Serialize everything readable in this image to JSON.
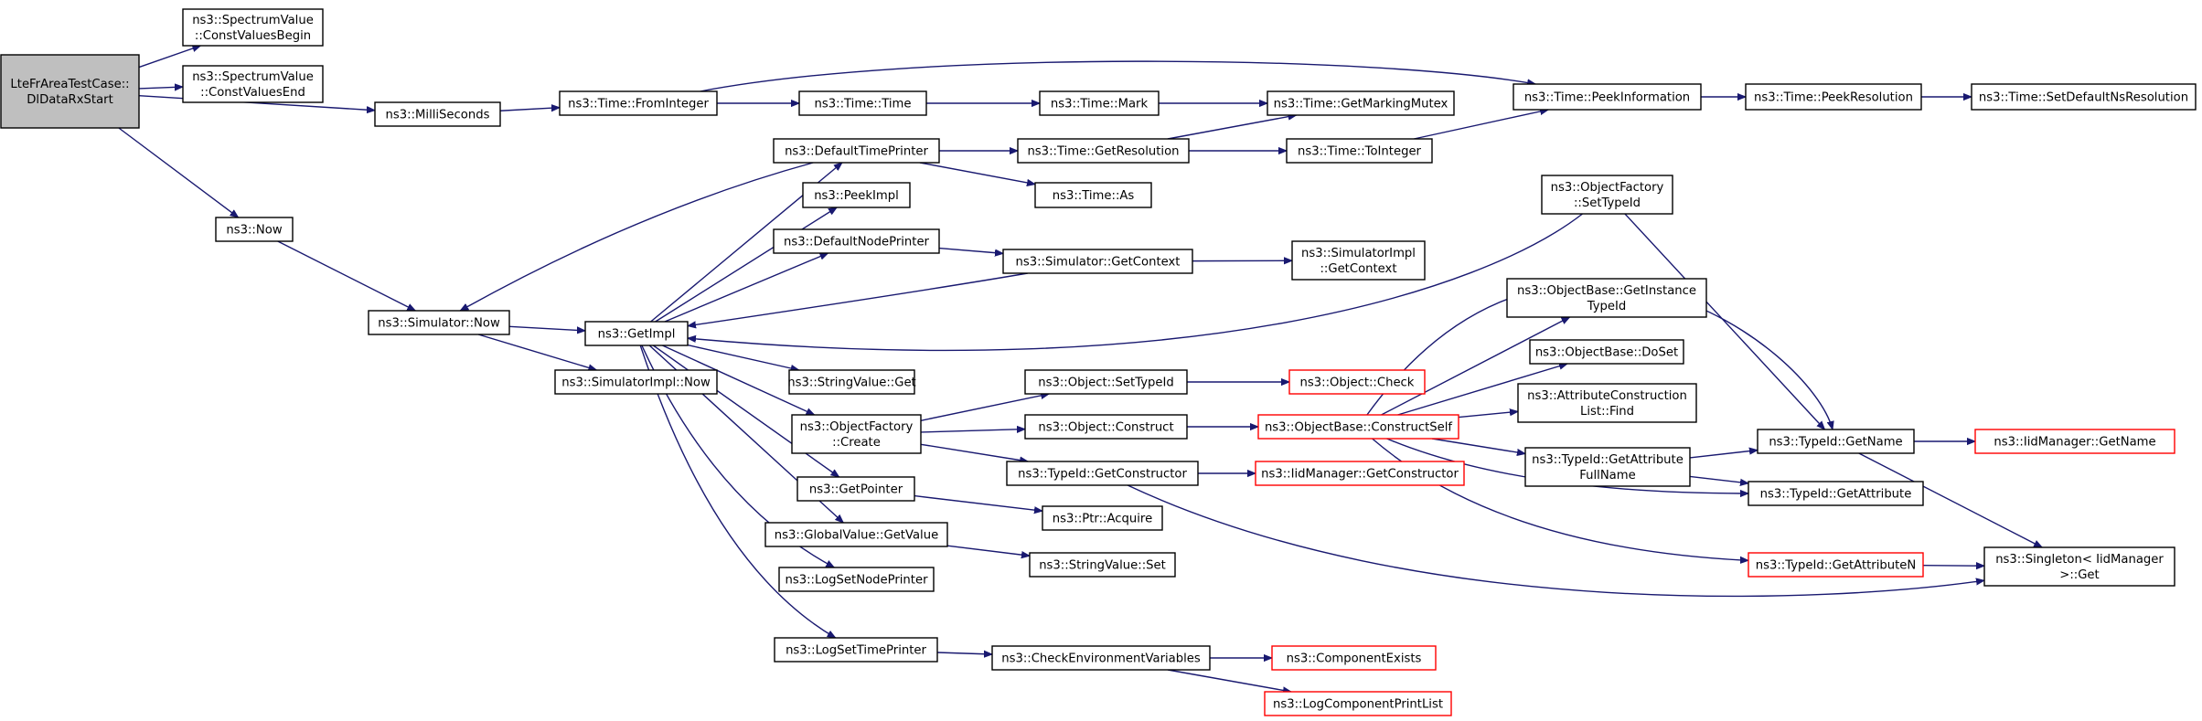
{
  "colors": {
    "edge": "#191970",
    "node_border": "#000000",
    "root_fill": "#bfbfbf",
    "missing_border": "#ff0000"
  },
  "nodes": [
    {
      "id": "root",
      "lines": [
        "LteFrAreaTestCase::",
        "DlDataRxStart"
      ],
      "style": "root"
    },
    {
      "id": "cvb",
      "lines": [
        "ns3::SpectrumValue",
        "::ConstValuesBegin"
      ]
    },
    {
      "id": "cve",
      "lines": [
        "ns3::SpectrumValue",
        "::ConstValuesEnd"
      ]
    },
    {
      "id": "ms",
      "lines": [
        "ns3::MilliSeconds"
      ]
    },
    {
      "id": "now",
      "lines": [
        "ns3::Now"
      ]
    },
    {
      "id": "simnow",
      "lines": [
        "ns3::Simulator::Now"
      ]
    },
    {
      "id": "fromint",
      "lines": [
        "ns3::Time::FromInteger"
      ]
    },
    {
      "id": "ttime",
      "lines": [
        "ns3::Time::Time"
      ]
    },
    {
      "id": "tmark",
      "lines": [
        "ns3::Time::Mark"
      ]
    },
    {
      "id": "getmm",
      "lines": [
        "ns3::Time::GetMarkingMutex"
      ]
    },
    {
      "id": "peekinfo",
      "lines": [
        "ns3::Time::PeekInformation"
      ]
    },
    {
      "id": "peekres",
      "lines": [
        "ns3::Time::PeekResolution"
      ]
    },
    {
      "id": "setdef",
      "lines": [
        "ns3::Time::SetDefaultNsResolution"
      ]
    },
    {
      "id": "deftp",
      "lines": [
        "ns3::DefaultTimePrinter"
      ]
    },
    {
      "id": "getres",
      "lines": [
        "ns3::Time::GetResolution"
      ]
    },
    {
      "id": "toint",
      "lines": [
        "ns3::Time::ToInteger"
      ]
    },
    {
      "id": "tas",
      "lines": [
        "ns3::Time::As"
      ]
    },
    {
      "id": "peekimpl",
      "lines": [
        "ns3::PeekImpl"
      ]
    },
    {
      "id": "defnp",
      "lines": [
        "ns3::DefaultNodePrinter"
      ]
    },
    {
      "id": "simgc",
      "lines": [
        "ns3::Simulator::GetContext"
      ]
    },
    {
      "id": "simimplgc",
      "lines": [
        "ns3::SimulatorImpl",
        "::GetContext"
      ]
    },
    {
      "id": "getimpl",
      "lines": [
        "ns3::GetImpl"
      ]
    },
    {
      "id": "simimplnow",
      "lines": [
        "ns3::SimulatorImpl::Now"
      ]
    },
    {
      "id": "svget",
      "lines": [
        "ns3::StringValue::Get"
      ]
    },
    {
      "id": "ofcreate",
      "lines": [
        "ns3::ObjectFactory",
        "::Create"
      ]
    },
    {
      "id": "objsettid",
      "lines": [
        "ns3::Object::SetTypeId"
      ]
    },
    {
      "id": "objcheck",
      "lines": [
        "ns3::Object::Check"
      ],
      "style": "red"
    },
    {
      "id": "objconstruct",
      "lines": [
        "ns3::Object::Construct"
      ]
    },
    {
      "id": "obconstructself",
      "lines": [
        "ns3::ObjectBase::ConstructSelf"
      ],
      "style": "red"
    },
    {
      "id": "tidgetctor",
      "lines": [
        "ns3::TypeId::GetConstructor"
      ]
    },
    {
      "id": "iidgetctor",
      "lines": [
        "ns3::IidManager::GetConstructor"
      ],
      "style": "red"
    },
    {
      "id": "getptr",
      "lines": [
        "ns3::GetPointer"
      ]
    },
    {
      "id": "ptracq",
      "lines": [
        "ns3::Ptr::Acquire"
      ]
    },
    {
      "id": "gvget",
      "lines": [
        "ns3::GlobalValue::GetValue"
      ]
    },
    {
      "id": "svset",
      "lines": [
        "ns3::StringValue::Set"
      ]
    },
    {
      "id": "lsnp",
      "lines": [
        "ns3::LogSetNodePrinter"
      ]
    },
    {
      "id": "lstp",
      "lines": [
        "ns3::LogSetTimePrinter"
      ]
    },
    {
      "id": "checkenv",
      "lines": [
        "ns3::CheckEnvironmentVariables"
      ]
    },
    {
      "id": "compexists",
      "lines": [
        "ns3::ComponentExists"
      ],
      "style": "red"
    },
    {
      "id": "logcpl",
      "lines": [
        "ns3::LogComponentPrintList"
      ],
      "style": "red"
    },
    {
      "id": "ofsettid",
      "lines": [
        "ns3::ObjectFactory",
        "::SetTypeId"
      ]
    },
    {
      "id": "obgetinst",
      "lines": [
        "ns3::ObjectBase::GetInstance",
        "TypeId"
      ]
    },
    {
      "id": "obdoset",
      "lines": [
        "ns3::ObjectBase::DoSet"
      ]
    },
    {
      "id": "acfind",
      "lines": [
        "ns3::AttributeConstruction",
        "List::Find"
      ]
    },
    {
      "id": "tidgafn",
      "lines": [
        "ns3::TypeId::GetAttribute",
        "FullName"
      ]
    },
    {
      "id": "tidgetname",
      "lines": [
        "ns3::TypeId::GetName"
      ]
    },
    {
      "id": "iidgetname",
      "lines": [
        "ns3::IidManager::GetName"
      ],
      "style": "red"
    },
    {
      "id": "tidgetattr",
      "lines": [
        "ns3::TypeId::GetAttribute"
      ]
    },
    {
      "id": "tidgetattrn",
      "lines": [
        "ns3::TypeId::GetAttributeN"
      ],
      "style": "red"
    },
    {
      "id": "singleton",
      "lines": [
        "ns3::Singleton< IidManager",
        " >::Get"
      ]
    }
  ],
  "edges": [
    [
      "root",
      "cvb"
    ],
    [
      "root",
      "cve"
    ],
    [
      "root",
      "ms"
    ],
    [
      "root",
      "now"
    ],
    [
      "ms",
      "fromint"
    ],
    [
      "fromint",
      "ttime"
    ],
    [
      "fromint",
      "peekinfo"
    ],
    [
      "ttime",
      "tmark"
    ],
    [
      "tmark",
      "getmm"
    ],
    [
      "peekinfo",
      "peekres"
    ],
    [
      "peekres",
      "setdef"
    ],
    [
      "now",
      "simnow"
    ],
    [
      "simnow",
      "getimpl"
    ],
    [
      "simnow",
      "simimplnow"
    ],
    [
      "getimpl",
      "deftp"
    ],
    [
      "deftp",
      "simnow"
    ],
    [
      "deftp",
      "getres"
    ],
    [
      "deftp",
      "tas"
    ],
    [
      "getres",
      "getmm"
    ],
    [
      "getres",
      "toint"
    ],
    [
      "toint",
      "peekinfo"
    ],
    [
      "getimpl",
      "peekimpl"
    ],
    [
      "getimpl",
      "defnp"
    ],
    [
      "defnp",
      "simgc"
    ],
    [
      "simgc",
      "simimplgc"
    ],
    [
      "simgc",
      "getimpl"
    ],
    [
      "ofsettid",
      "getimpl"
    ],
    [
      "getimpl",
      "svget"
    ],
    [
      "getimpl",
      "ofcreate"
    ],
    [
      "ofcreate",
      "objsettid"
    ],
    [
      "objsettid",
      "objcheck"
    ],
    [
      "ofcreate",
      "objconstruct"
    ],
    [
      "objconstruct",
      "obconstructself"
    ],
    [
      "ofcreate",
      "tidgetctor"
    ],
    [
      "tidgetctor",
      "iidgetctor"
    ],
    [
      "tidgetctor",
      "singleton"
    ],
    [
      "getimpl",
      "getptr"
    ],
    [
      "getptr",
      "ptracq"
    ],
    [
      "getimpl",
      "gvget"
    ],
    [
      "gvget",
      "svset"
    ],
    [
      "getimpl",
      "lsnp"
    ],
    [
      "getimpl",
      "lstp"
    ],
    [
      "lstp",
      "checkenv"
    ],
    [
      "checkenv",
      "compexists"
    ],
    [
      "checkenv",
      "logcpl"
    ],
    [
      "obconstructself",
      "tidgetname"
    ],
    [
      "obconstructself",
      "obgetinst"
    ],
    [
      "obconstructself",
      "obdoset"
    ],
    [
      "obconstructself",
      "acfind"
    ],
    [
      "obconstructself",
      "tidgafn"
    ],
    [
      "obconstructself",
      "tidgetattr"
    ],
    [
      "obconstructself",
      "tidgetattrn"
    ],
    [
      "tidgafn",
      "tidgetname"
    ],
    [
      "tidgafn",
      "tidgetattr"
    ],
    [
      "ofsettid",
      "tidgetname"
    ],
    [
      "tidgetname",
      "iidgetname"
    ],
    [
      "tidgetname",
      "singleton"
    ],
    [
      "tidgetattrn",
      "singleton"
    ]
  ]
}
